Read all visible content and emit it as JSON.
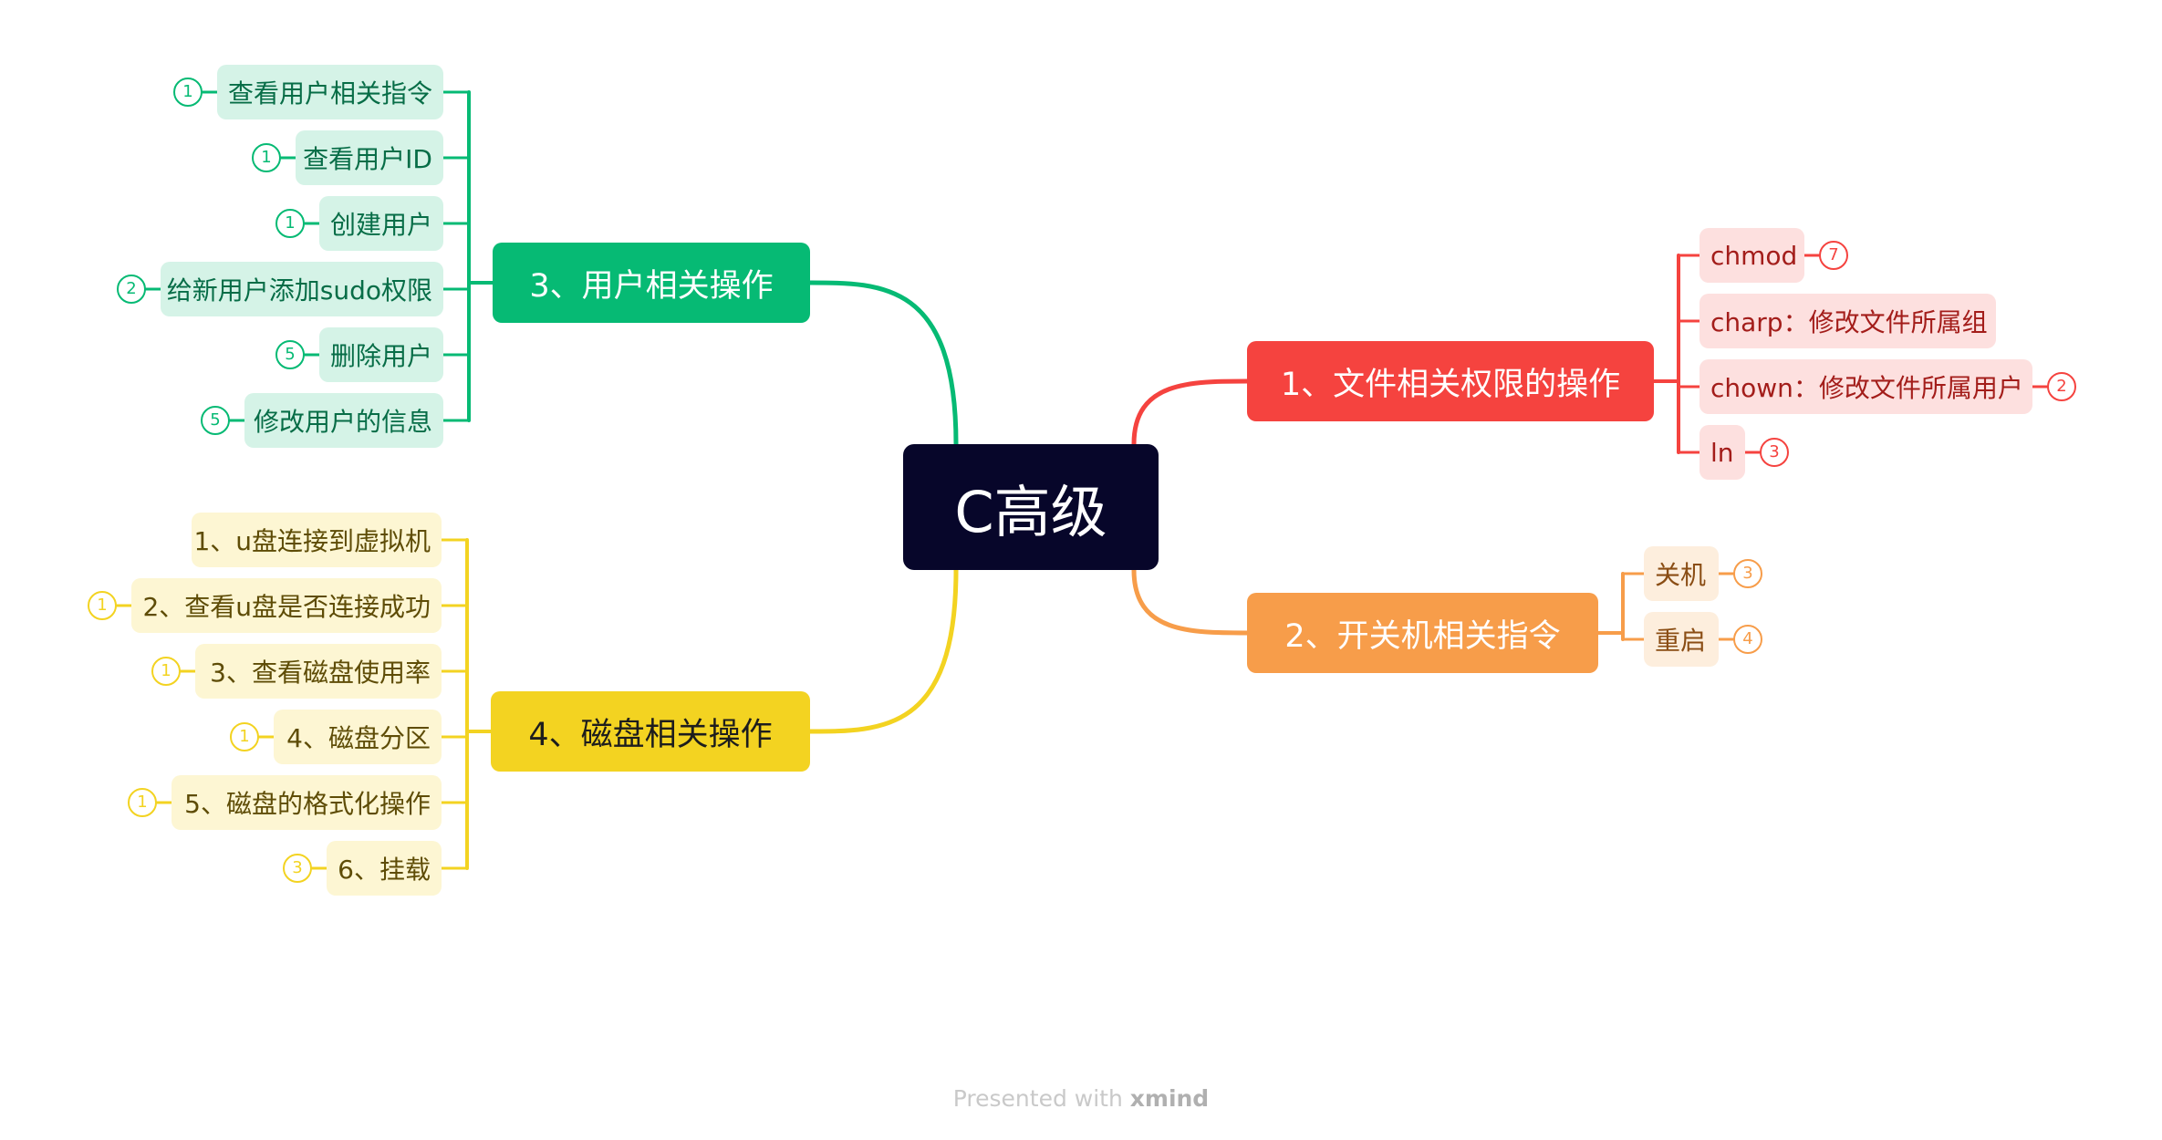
{
  "root": {
    "label": "C高级"
  },
  "colors": {
    "red": "#f5433f",
    "red_light": "#fde0df",
    "red_text": "#a31d1a",
    "orange": "#f79d4a",
    "orange_light": "#fdeedd",
    "orange_text": "#8a4d14",
    "green": "#06ba74",
    "green_light": "#d5f3e7",
    "green_text": "#076d47",
    "yellow": "#f3d321",
    "yellow_light": "#fdf6d3",
    "yellow_text": "#5e4c06",
    "root_bg": "#07062a"
  },
  "branches": [
    {
      "id": "file-permissions",
      "label": "1、文件相关权限的操作",
      "color": "red",
      "text_color": "#ffffff",
      "children": [
        {
          "label": "chmod",
          "badge": "7"
        },
        {
          "label": "charp：修改文件所属组",
          "badge": ""
        },
        {
          "label": "chown：修改文件所属用户",
          "badge": "2"
        },
        {
          "label": "ln",
          "badge": "3"
        }
      ]
    },
    {
      "id": "power",
      "label": "2、开关机相关指令",
      "color": "orange",
      "text_color": "#ffffff",
      "children": [
        {
          "label": "关机",
          "badge": "3"
        },
        {
          "label": "重启",
          "badge": "4"
        }
      ]
    },
    {
      "id": "users",
      "label": "3、用户相关操作",
      "color": "green",
      "text_color": "#ffffff",
      "children": [
        {
          "label": "查看用户相关指令",
          "badge": "1"
        },
        {
          "label": "查看用户ID",
          "badge": "1"
        },
        {
          "label": "创建用户",
          "badge": "1"
        },
        {
          "label": "给新用户添加sudo权限",
          "badge": "2"
        },
        {
          "label": "删除用户",
          "badge": "5"
        },
        {
          "label": "修改用户的信息",
          "badge": "5"
        }
      ]
    },
    {
      "id": "disk",
      "label": "4、磁盘相关操作",
      "color": "yellow",
      "text_color": "#1d1d1d",
      "children": [
        {
          "label": "1、u盘连接到虚拟机",
          "badge": ""
        },
        {
          "label": "2、查看u盘是否连接成功",
          "badge": "1"
        },
        {
          "label": "3、查看磁盘使用率",
          "badge": "1"
        },
        {
          "label": "4、磁盘分区",
          "badge": "1"
        },
        {
          "label": "5、磁盘的格式化操作",
          "badge": "1"
        },
        {
          "label": "6、挂载",
          "badge": "3"
        }
      ]
    }
  ],
  "footer": {
    "prefix": "Presented with ",
    "brand": "xmind"
  }
}
